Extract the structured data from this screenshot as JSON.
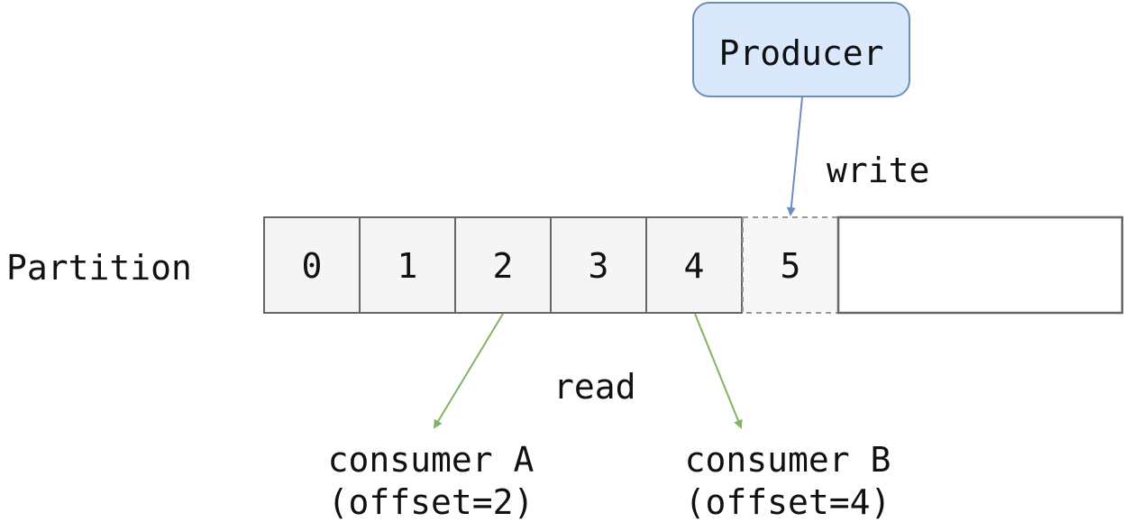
{
  "producer": {
    "label": "Producer"
  },
  "partition": {
    "label": "Partition",
    "cells": [
      "0",
      "1",
      "2",
      "3",
      "4",
      "5"
    ]
  },
  "labels": {
    "write": "write",
    "read": "read"
  },
  "consumers": [
    {
      "name": "consumer A",
      "offset": "(offset=2)"
    },
    {
      "name": "consumer B",
      "offset": "(offset=4)"
    }
  ],
  "colors": {
    "producer_fill": "#dae8fc",
    "producer_stroke": "#6c8ebf",
    "write_arrow": "#6c8ebf",
    "read_arrow": "#82b366",
    "cell_fill": "#f5f5f5",
    "cell_stroke": "#666666"
  }
}
